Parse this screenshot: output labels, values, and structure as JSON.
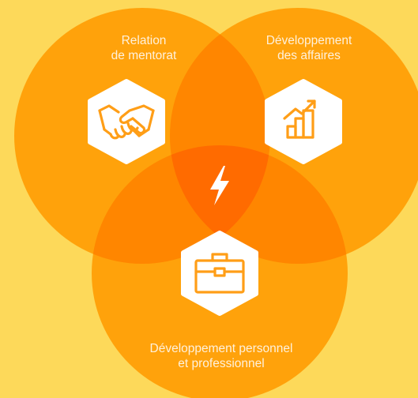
{
  "diagram": {
    "type": "venn",
    "background": "#FDD95A",
    "colors": {
      "circle": "#FF9A00",
      "pair_overlap": "#FF8A00",
      "center_overlap": "#FF6A00",
      "icon_hex": "#FFFFFF",
      "icon_stroke": "#FF9E17"
    },
    "sets": [
      {
        "key": "mentoring",
        "label_lines": [
          "Relation",
          "de mentorat"
        ],
        "icon": "handshake-icon"
      },
      {
        "key": "business",
        "label_lines": [
          "Développement",
          "des affaires"
        ],
        "icon": "growth-chart-icon"
      },
      {
        "key": "personal",
        "label_lines": [
          "Développement personnel",
          "et professionnel"
        ],
        "icon": "briefcase-icon"
      }
    ],
    "center_icon": "lightning-bolt-icon"
  }
}
